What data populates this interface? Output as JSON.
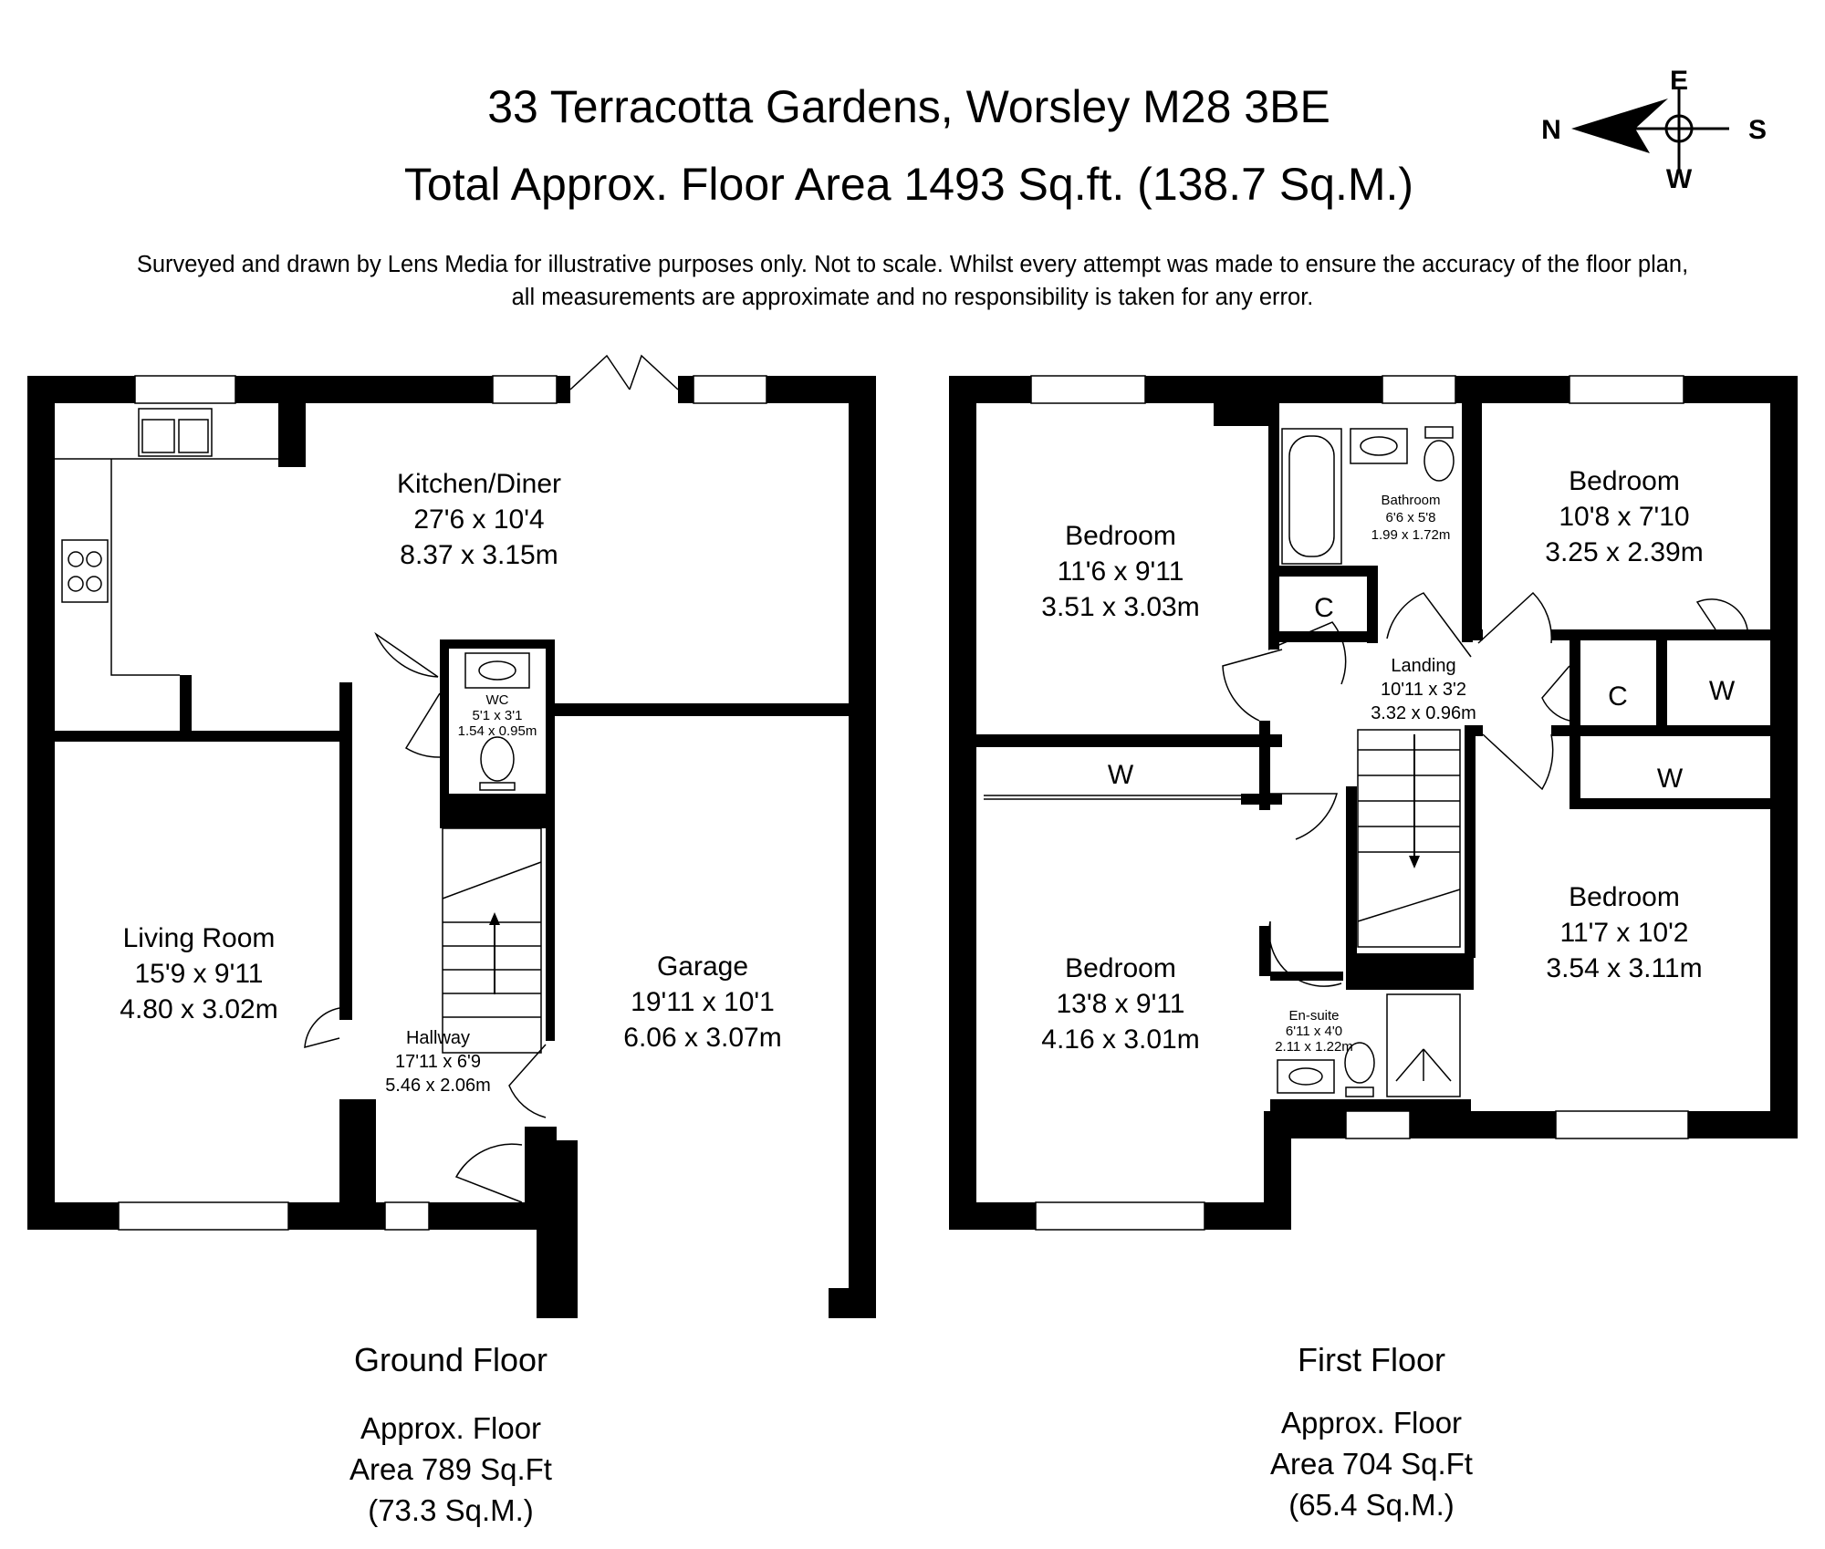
{
  "header": {
    "title_line1": "33 Terracotta Gardens, Worsley M28 3BE",
    "title_line2": "Total Approx. Floor Area 1493 Sq.ft. (138.7 Sq.M.)",
    "disclaimer_line1": "Surveyed and drawn by Lens Media for illustrative purposes only. Not to scale. Whilst every attempt was made to ensure the accuracy of the floor plan,",
    "disclaimer_line2": "all measurements are approximate and no responsibility is taken for any error."
  },
  "compass": {
    "north": "N",
    "east": "E",
    "south": "S",
    "west": "W"
  },
  "ground_floor": {
    "label": "Ground Floor",
    "area_line1": "Approx. Floor",
    "area_line2": "Area 789 Sq.Ft",
    "area_line3": "(73.3 Sq.M.)",
    "rooms": {
      "kitchen": {
        "name": "Kitchen/Diner",
        "imperial": "27'6 x 10'4",
        "metric": "8.37 x 3.15m"
      },
      "living": {
        "name": "Living Room",
        "imperial": "15'9 x 9'11",
        "metric": "4.80 x 3.02m"
      },
      "garage": {
        "name": "Garage",
        "imperial": "19'11 x 10'1",
        "metric": "6.06 x 3.07m"
      },
      "hallway": {
        "name": "Hallway",
        "imperial": "17'11 x 6'9",
        "metric": "5.46 x 2.06m"
      },
      "wc": {
        "name": "WC",
        "imperial": "5'1 x 3'1",
        "metric": "1.54 x 0.95m"
      }
    }
  },
  "first_floor": {
    "label": "First Floor",
    "area_line1": "Approx. Floor",
    "area_line2": "Area 704 Sq.Ft",
    "area_line3": "(65.4 Sq.M.)",
    "rooms": {
      "bed_nw": {
        "name": "Bedroom",
        "imperial": "11'6 x 9'11",
        "metric": "3.51 x 3.03m"
      },
      "bed_sw": {
        "name": "Bedroom",
        "imperial": "13'8 x 9'11",
        "metric": "4.16 x 3.01m"
      },
      "bed_ne": {
        "name": "Bedroom",
        "imperial": "10'8 x 7'10",
        "metric": "3.25 x 2.39m"
      },
      "bed_se": {
        "name": "Bedroom",
        "imperial": "11'7 x 10'2",
        "metric": "3.54 x 3.11m"
      },
      "bathroom": {
        "name": "Bathroom",
        "imperial": "6'6 x 5'8",
        "metric": "1.99 x 1.72m"
      },
      "landing": {
        "name": "Landing",
        "imperial": "10'11 x 3'2",
        "metric": "3.32 x 0.96m"
      },
      "ensuite": {
        "name": "En-suite",
        "imperial": "6'11 x 4'0",
        "metric": "2.11 x 1.22m"
      },
      "cupboard_left": "C",
      "cupboard_right": "C",
      "wardrobe_left": "W",
      "wardrobe_right_top": "W",
      "wardrobe_right_bottom": "W"
    }
  }
}
